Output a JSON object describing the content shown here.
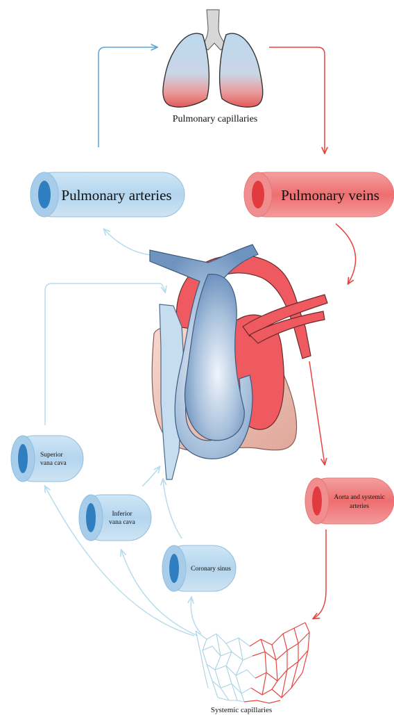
{
  "labels": {
    "pulmonary_capillaries": "Pulmonary capillaries",
    "pulmonary_arteries": "Pulmonary arteries",
    "pulmonary_veins": "Pulmonary veins",
    "superior_vena_cava_line1": "Superior",
    "superior_vena_cava_line2": "vana cava",
    "inferior_vena_cava_line1": "Inferior",
    "inferior_vena_cava_line2": "vana cava",
    "coronary_sinus": "Coronary sinus",
    "aorta_line1": "Aorta and systemic",
    "aorta_line2": "arteries",
    "systemic_capillaries": "Systemic capillaries"
  },
  "colors": {
    "deoxygenated": "#b8d8ee",
    "deoxygenated_dark": "#3b7fbf",
    "oxygenated": "#ee5a5f",
    "oxygenated_dark": "#d93438",
    "arrow_blue": "#5aa6d6",
    "arrow_light_blue": "#b7dcec",
    "arrow_red": "#e8443f"
  }
}
